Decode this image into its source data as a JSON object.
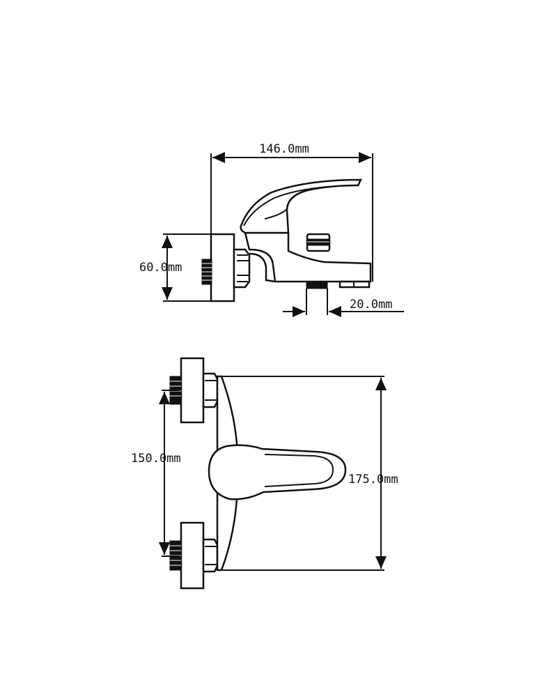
{
  "top_view": {
    "width_label": "146.0mm",
    "height_label": "60.0mm",
    "spout_label": "20.0mm"
  },
  "front_view": {
    "center_distance_label": "150.0mm",
    "total_height_label": "175.0mm"
  }
}
